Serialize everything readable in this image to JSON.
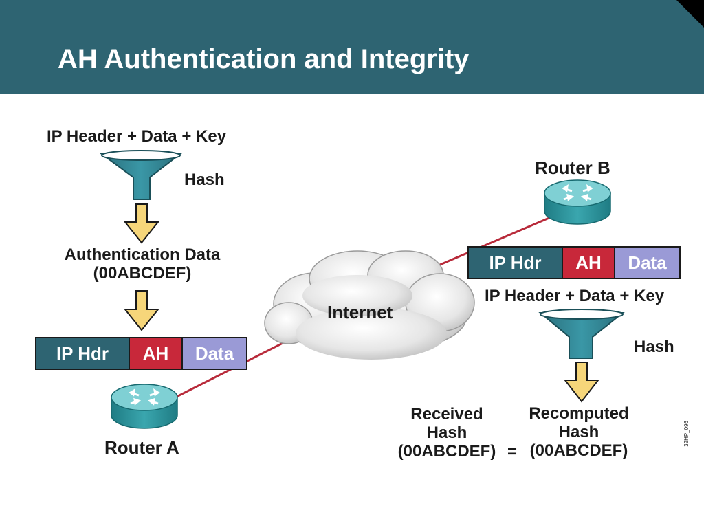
{
  "title": "AH Authentication and Integrity",
  "left": {
    "input_label": "IP Header + Data + Key",
    "hash_label": "Hash",
    "auth_data_label": "Authentication Data",
    "auth_data_value": "(00ABCDEF)",
    "packet": {
      "ip": "IP Hdr",
      "ah": "AH",
      "data": "Data"
    },
    "router_label": "Router A"
  },
  "cloud_label": "Internet",
  "right": {
    "router_label": "Router B",
    "packet": {
      "ip": "IP Hdr",
      "ah": "AH",
      "data": "Data"
    },
    "input_label": "IP Header + Data + Key",
    "hash_label": "Hash",
    "received_line1": "Received",
    "received_line2": "Hash",
    "received_value": "(00ABCDEF)",
    "equals": "=",
    "recomputed_line1": "Recomputed",
    "recomputed_line2": "Hash",
    "recomputed_value": "(00ABCDEF)"
  },
  "figure_code": "32HP_096",
  "colors": {
    "header_bg": "#2e6472",
    "ip_hdr": "#2e6472",
    "ah": "#c8283a",
    "data": "#9a9ad6",
    "arrow": "#f6d67a",
    "link": "#b82a3a",
    "router": "#2a9aa0"
  }
}
